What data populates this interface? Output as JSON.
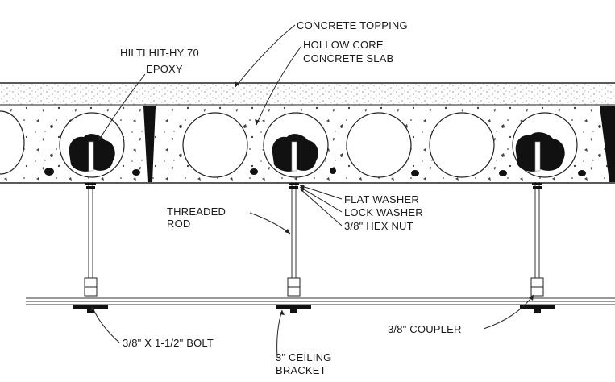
{
  "labels": {
    "concrete_topping": "CONCRETE TOPPING",
    "hollow_core_line1": "HOLLOW CORE",
    "hollow_core_line2": "CONCRETE SLAB",
    "epoxy_line1": "HILTI HIT-HY 70",
    "epoxy_line2": "EPOXY",
    "threaded_rod_line1": "THREADED",
    "threaded_rod_line2": "ROD",
    "flat_washer": "FLAT WASHER",
    "lock_washer": "LOCK WASHER",
    "hex_nut": "3/8\" HEX NUT",
    "bolt": "3/8\" X 1-1/2\" BOLT",
    "ceiling_bracket_line1": "3\" CEILING",
    "ceiling_bracket_line2": "BRACKET",
    "coupler": "3/8\" COUPLER"
  }
}
